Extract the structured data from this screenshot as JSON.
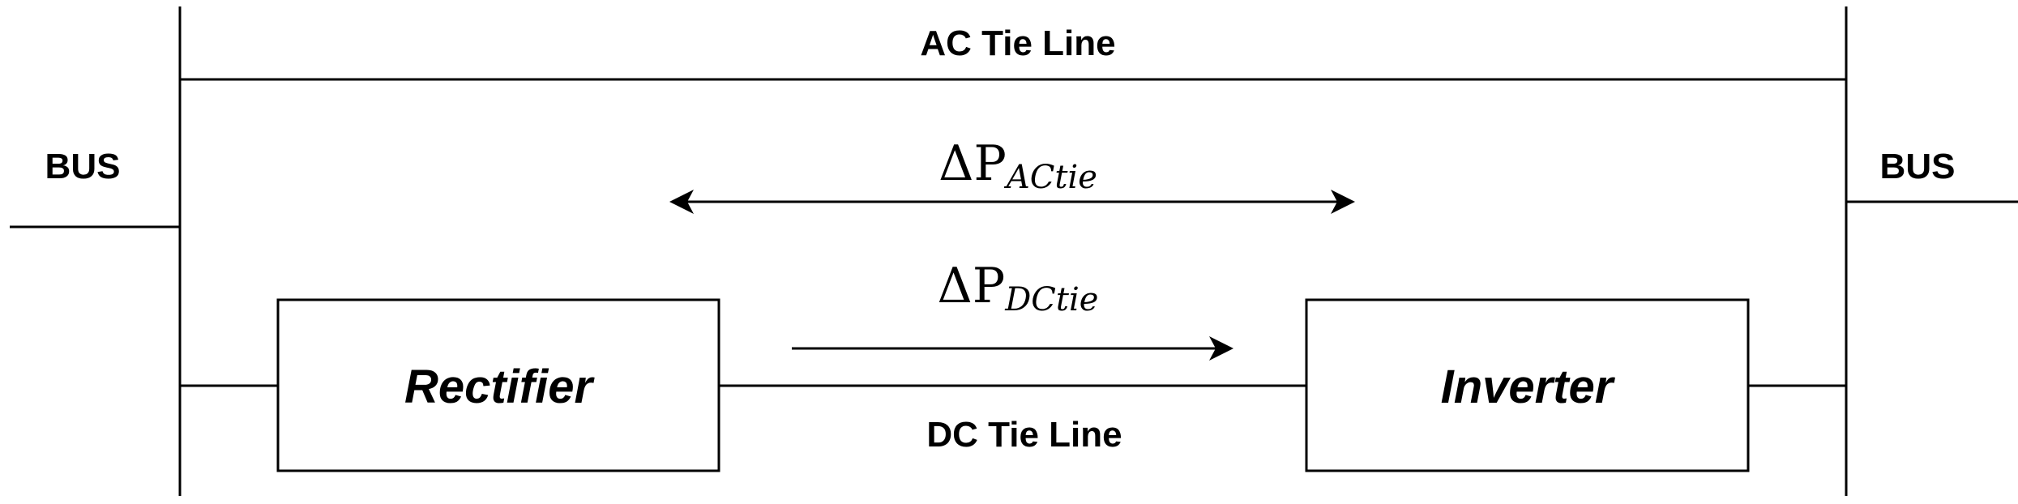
{
  "diagram": {
    "ac_tie_label": "AC Tie Line",
    "dc_tie_label": "DC Tie Line",
    "bus_left_label": "BUS",
    "bus_right_label": "BUS",
    "rectifier_label": "Rectifier",
    "inverter_label": "Inverter",
    "ac_flow": {
      "symbol": "ΔP",
      "subscript": "ACtie",
      "direction": "bidirectional"
    },
    "dc_flow": {
      "symbol": "ΔP",
      "subscript": "DCtie",
      "direction": "rectifier-to-inverter"
    },
    "colors": {
      "line": "#000000",
      "background": "#ffffff"
    }
  }
}
